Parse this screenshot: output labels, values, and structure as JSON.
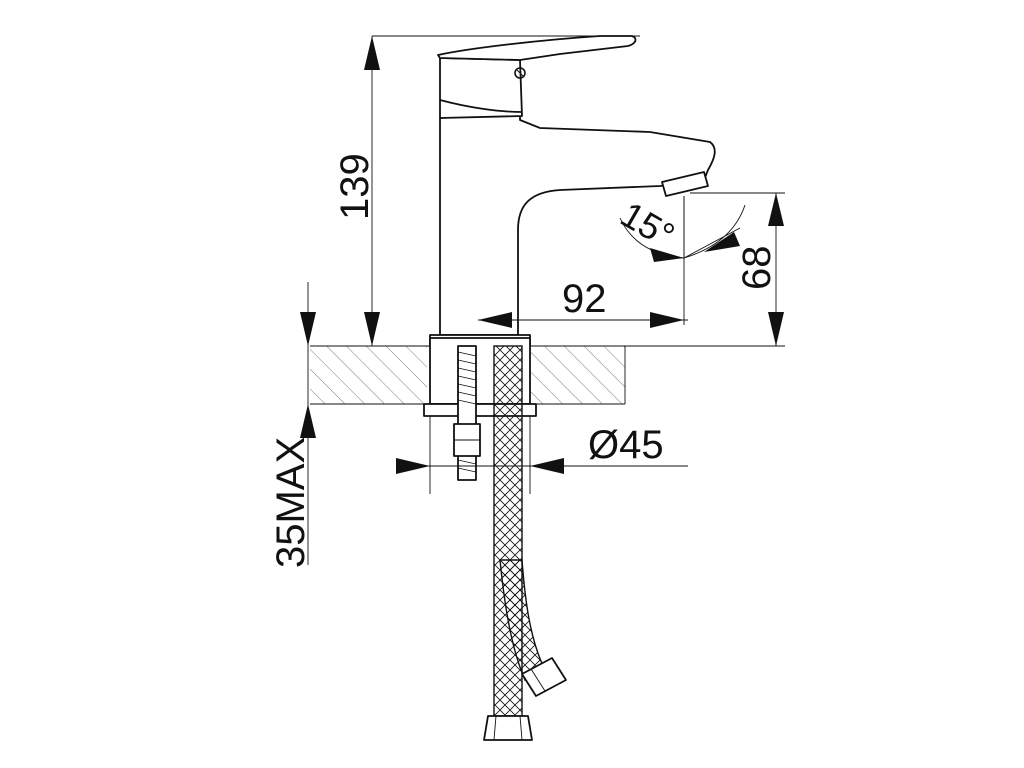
{
  "dimensions": {
    "height_total": "139",
    "spout_reach": "92",
    "spout_height": "68",
    "outlet_angle": "15°",
    "hole_diameter": "Ø45",
    "counter_thickness": "35MAX"
  },
  "colors": {
    "line": "#111111",
    "background": "#ffffff",
    "hatch": "#444444"
  }
}
